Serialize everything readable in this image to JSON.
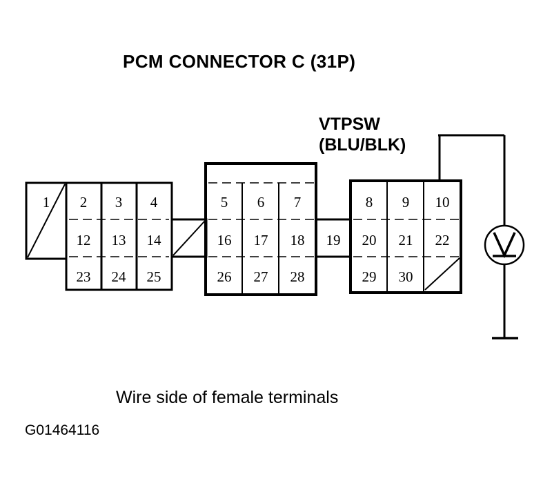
{
  "title": "PCM CONNECTOR C (31P)",
  "caption": "Wire side of female terminals",
  "figure_id": "G01464116",
  "wire": {
    "signal_name": "VTPSW",
    "wire_color": "(BLU/BLK)",
    "connects_to_terminal": "10"
  },
  "instrument": {
    "type": "voltmeter",
    "symbol": "V",
    "ground_label": ""
  },
  "colors": {
    "line": "#000000",
    "background": "#ffffff"
  },
  "connector": {
    "name": "PCM CONNECTOR C",
    "pin_count": "31P",
    "blocks": [
      {
        "name": "left-block",
        "columns": [
          {
            "cells": [
              "1",
              "",
              ""
            ]
          },
          {
            "cells": [
              "2",
              "12",
              "23"
            ]
          },
          {
            "cells": [
              "3",
              "13",
              "24"
            ]
          },
          {
            "cells": [
              "4",
              "14",
              "25"
            ]
          }
        ]
      },
      {
        "name": "middle-block",
        "columns": [
          {
            "cells": [
              "5",
              "16",
              "26"
            ]
          },
          {
            "cells": [
              "6",
              "17",
              "27"
            ]
          },
          {
            "cells": [
              "7",
              "18",
              "28"
            ]
          }
        ]
      },
      {
        "name": "right-block",
        "columns": [
          {
            "cells": [
              "8",
              "20",
              "29"
            ]
          },
          {
            "cells": [
              "9",
              "21",
              "30"
            ]
          },
          {
            "cells": [
              "10",
              "22",
              ""
            ]
          }
        ]
      }
    ],
    "bridges": [
      {
        "name": "bridge-left-middle",
        "label": ""
      },
      {
        "name": "bridge-middle-right",
        "label": "19"
      }
    ]
  }
}
